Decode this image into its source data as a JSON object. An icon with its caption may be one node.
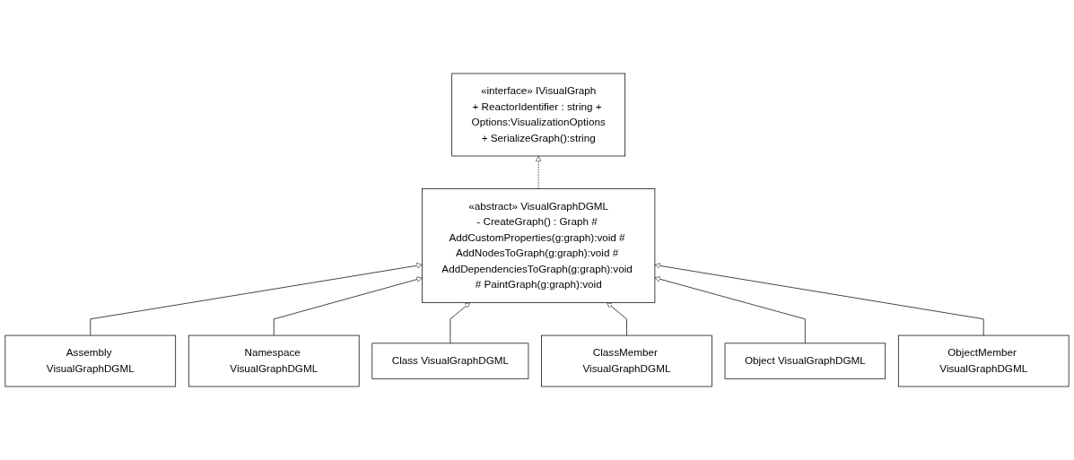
{
  "diagram": {
    "nodes": [
      {
        "text": [
          "«interface» IVisualGraph",
          "+ ReactorIdentifier : string + Options:VisualizationOptions",
          "+ SerializeGraph():string"
        ]
      },
      {
        "text": [
          "«abstract» VisualGraphDGML",
          "- CreateGraph() : Graph # AddCustomProperties(g:graph):void # AddNodesToGraph(g:graph):void # AddDependenciesToGraph(g:graph):void # PaintGraph(g:graph):void"
        ]
      },
      {
        "text": [
          "Assembly VisualGraphDGML"
        ]
      },
      {
        "text": [
          "Namespace VisualGraphDGML"
        ]
      },
      {
        "text": [
          "Class VisualGraphDGML"
        ]
      },
      {
        "text": [
          "ClassMember VisualGraphDGML"
        ]
      },
      {
        "text": [
          "Object VisualGraphDGML"
        ]
      },
      {
        "text": [
          "ObjectMember VisualGraphDGML"
        ]
      }
    ],
    "edges": [
      {
        "from": 1,
        "to": 0,
        "arrow": "to",
        "style": "dashed"
      },
      {
        "from": 2,
        "to": 1,
        "arrow": "to"
      },
      {
        "from": 3,
        "to": 1,
        "arrow": "to"
      },
      {
        "from": 4,
        "to": 1,
        "arrow": "to"
      },
      {
        "from": 5,
        "to": 1,
        "arrow": "to"
      },
      {
        "from": 6,
        "to": 1,
        "arrow": "to"
      },
      {
        "from": 7,
        "to": 1,
        "arrow": "to"
      }
    ]
  }
}
